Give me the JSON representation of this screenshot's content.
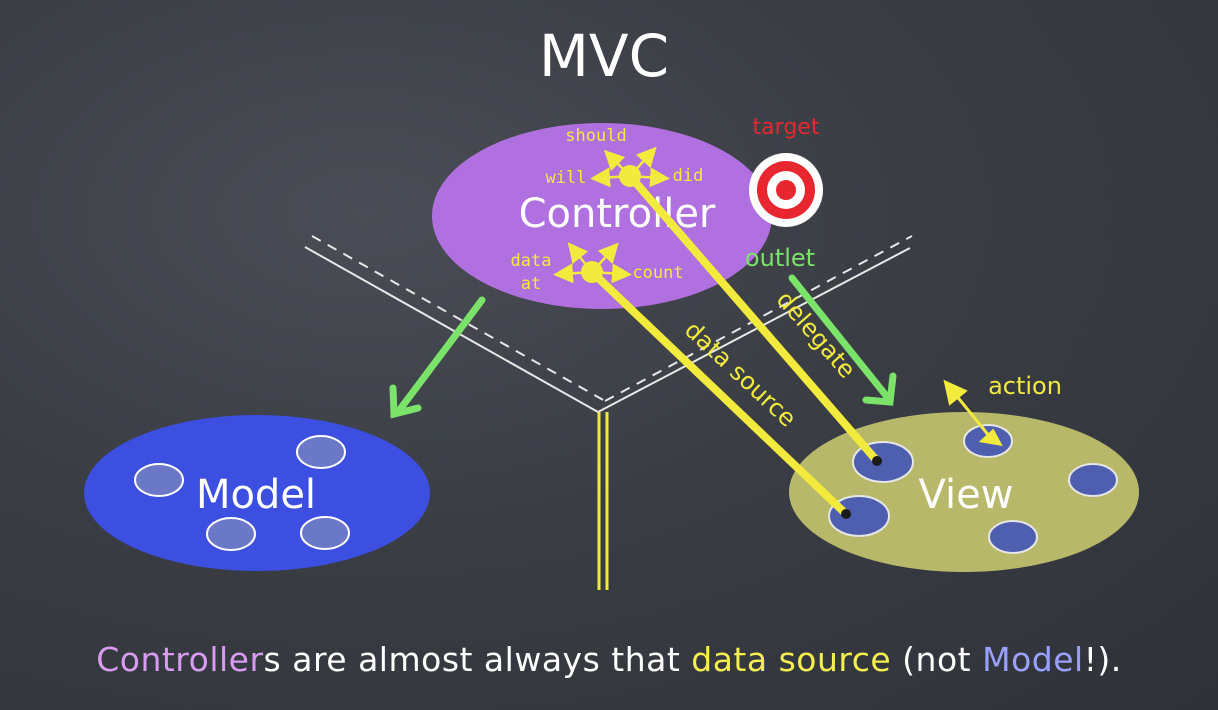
{
  "title": "MVC",
  "controller": {
    "label": "Controller",
    "delegate_hooks": [
      "should",
      "will",
      "did"
    ],
    "datasource_hooks": [
      "data",
      "at",
      "count"
    ]
  },
  "target_label": "target",
  "outlet_label": "outlet",
  "delegate_label": "delegate",
  "data_source_label": "data source",
  "action_label": "action",
  "model": {
    "label": "Model"
  },
  "view": {
    "label": "View"
  },
  "caption": {
    "part1": "Controller",
    "part2": "s are almost always that ",
    "part3": "data source",
    "part4": " (not ",
    "part5": "Model",
    "part6": "!)."
  },
  "colors": {
    "background": "#3b3e45",
    "controller": "#b070e0",
    "model": "#3c4fe0",
    "view": "#b8b86a",
    "yellow": "#f2ea3c",
    "green": "#7be36a",
    "target_red": "#e8262f"
  }
}
